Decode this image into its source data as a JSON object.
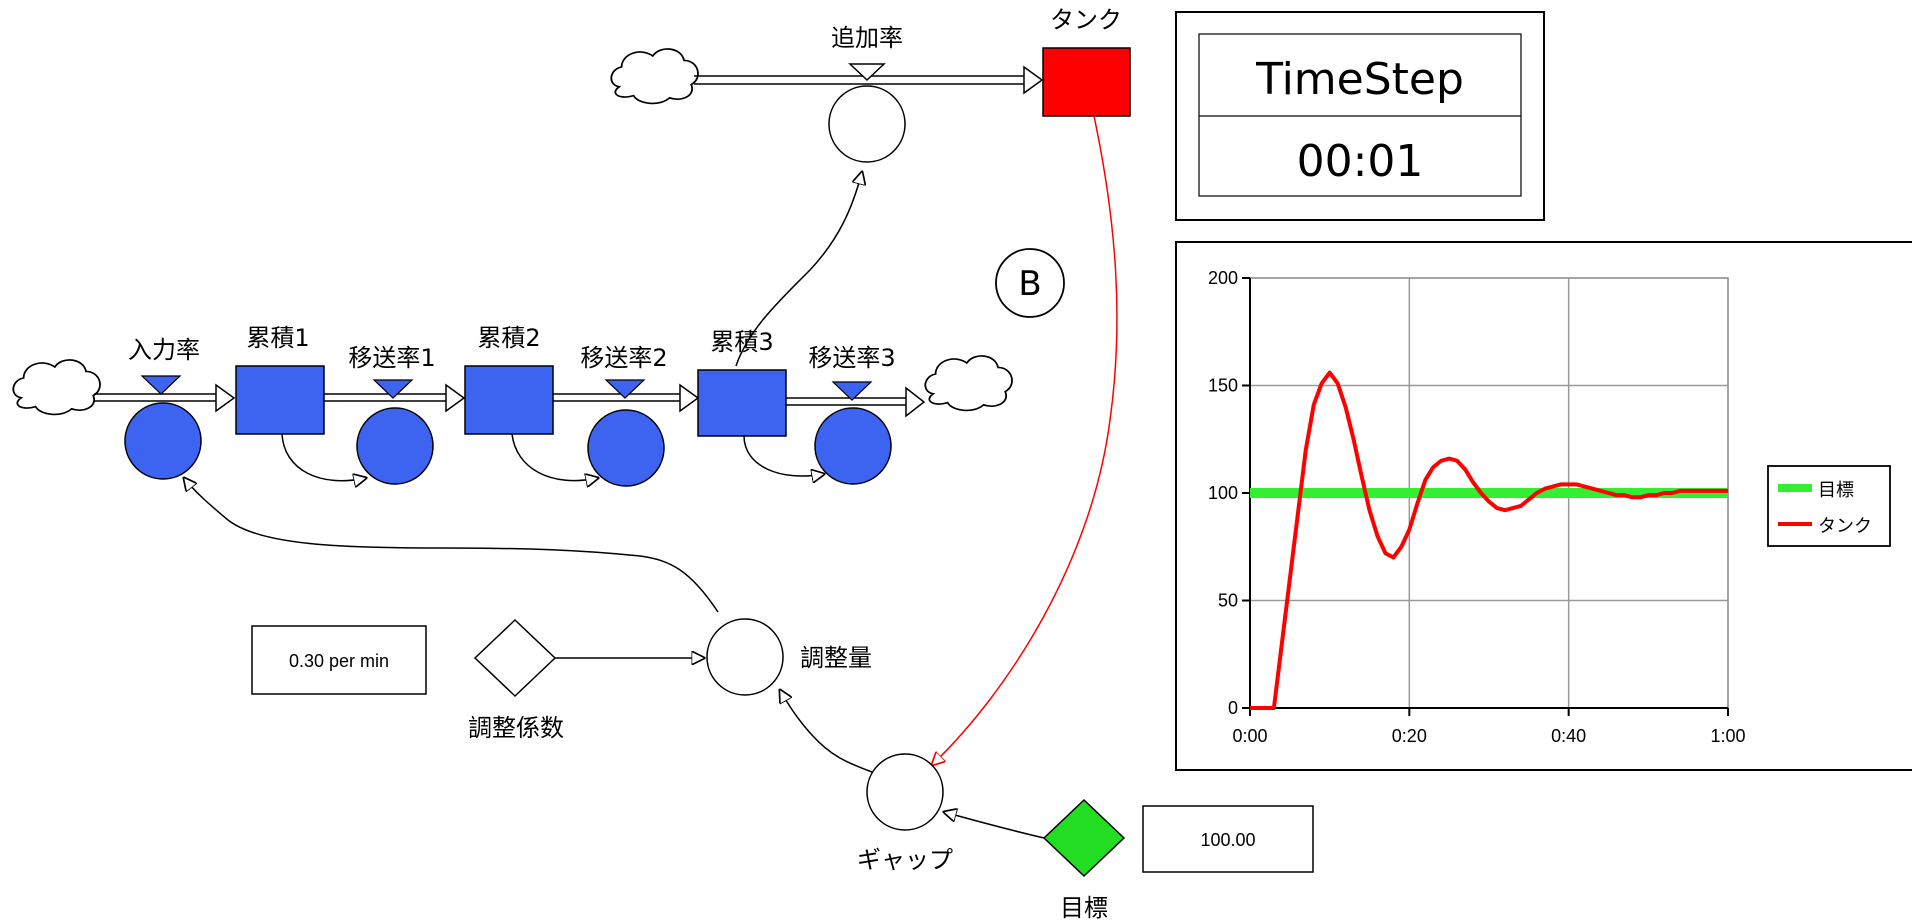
{
  "diagram": {
    "clock": {
      "title": "TimeStep",
      "value": "00:01"
    },
    "loop_label": "B",
    "stocks": {
      "tank": "タンク",
      "acc1": "累積1",
      "acc2": "累積2",
      "acc3": "累積3"
    },
    "rates": {
      "add": "追加率",
      "input": "入力率",
      "transfer1": "移送率1",
      "transfer2": "移送率2",
      "transfer3": "移送率3"
    },
    "aux": {
      "adjust_amount": "調整量",
      "adjust_factor": "調整係数",
      "gap": "ギャップ",
      "target": "目標"
    },
    "inputs": {
      "adjust_factor_value": "0.30 per min",
      "target_value": "100.00"
    },
    "colors": {
      "tank": "#ff0000",
      "stock_blue": "#3c64f0",
      "target": "#22dd22",
      "link_red": "#ff0000"
    }
  },
  "chart_data": {
    "type": "line",
    "x_ticks": [
      "0:00",
      "0:20",
      "0:40",
      "1:00"
    ],
    "y_ticks": [
      0,
      50,
      100,
      150,
      200
    ],
    "xlim": [
      0,
      60
    ],
    "ylim": [
      0,
      200
    ],
    "grid": true,
    "legend_position": "right",
    "series": [
      {
        "name": "目標",
        "color": "#33ee33",
        "x": [
          0,
          60
        ],
        "y": [
          100,
          100
        ]
      },
      {
        "name": "タンク",
        "color": "#ff0000",
        "x": [
          0,
          3,
          4,
          5,
          6,
          7,
          8,
          9,
          10,
          11,
          12,
          13,
          14,
          15,
          16,
          17,
          18,
          19,
          20,
          21,
          22,
          23,
          24,
          25,
          26,
          27,
          28,
          29,
          30,
          31,
          32,
          33,
          34,
          35,
          36,
          37,
          38,
          39,
          40,
          41,
          42,
          43,
          44,
          45,
          46,
          47,
          48,
          49,
          50,
          51,
          52,
          53,
          54,
          55,
          56,
          57,
          58,
          59,
          60
        ],
        "y": [
          0,
          0,
          30,
          60,
          90,
          120,
          141,
          151,
          156,
          151,
          140,
          125,
          108,
          92,
          80,
          72,
          70,
          75,
          83,
          95,
          106,
          112,
          115,
          116,
          115,
          111,
          105,
          100,
          96,
          93,
          92,
          93,
          94,
          97,
          100,
          102,
          103,
          104,
          104,
          104,
          103,
          102,
          101,
          100,
          99,
          99,
          98,
          98,
          99,
          99,
          100,
          100,
          101,
          101,
          101,
          101,
          101,
          101,
          101
        ]
      }
    ]
  }
}
